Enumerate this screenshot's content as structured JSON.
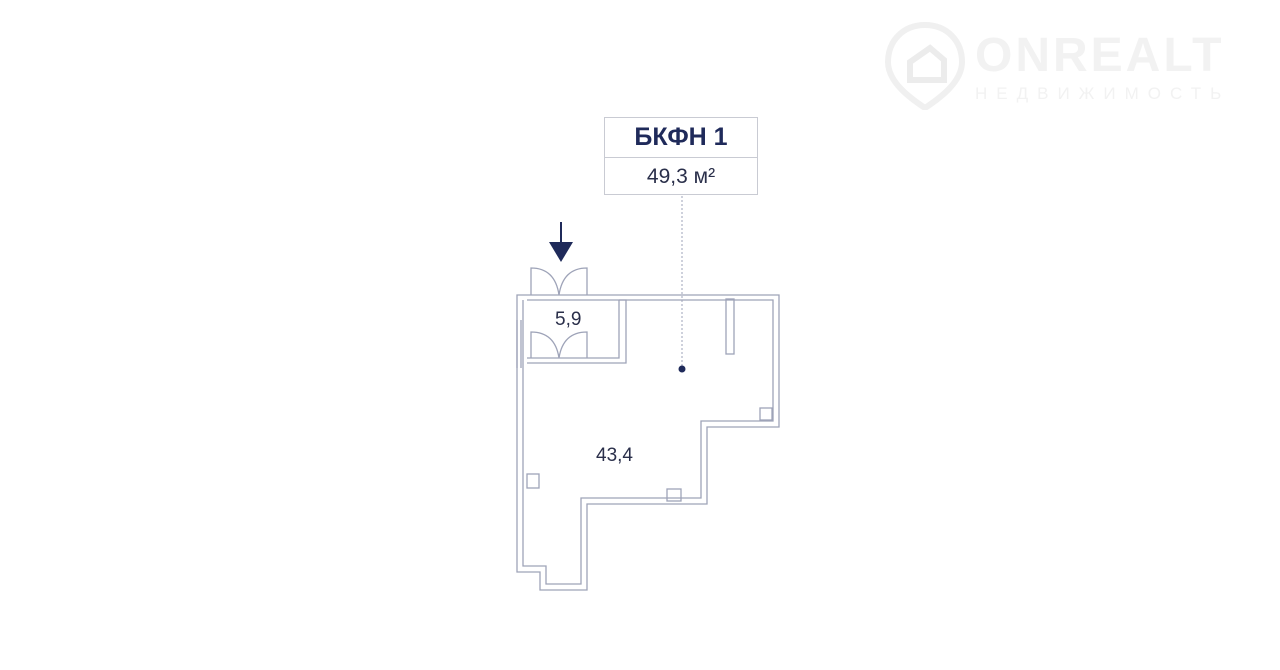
{
  "unit": {
    "name": "БКФН 1",
    "area": "49,3 м²"
  },
  "rooms": [
    {
      "area": "5,9"
    },
    {
      "area": "43,4"
    }
  ],
  "watermark": {
    "brand": "ONREALT",
    "tagline": "НЕДВИЖИМОСТЬ"
  },
  "colors": {
    "accent": "#1f2a5a",
    "wall": "#9ea3b8"
  }
}
